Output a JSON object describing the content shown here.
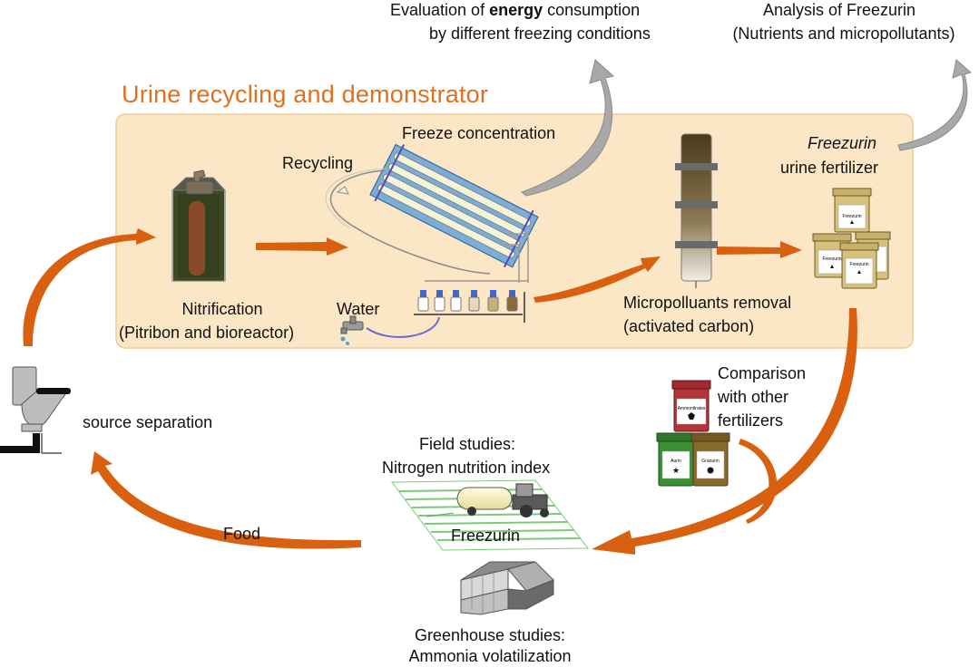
{
  "title": "Urine recycling and demonstrator",
  "labels": {
    "energy_line1_pre": "Evaluation of ",
    "energy_line1_bold": "energy",
    "energy_line1_post": " consumption",
    "energy_line2": "by different freezing conditions",
    "analysis_line1": "Analysis of Freezurin",
    "analysis_line2": "(Nutrients and micropollutants)",
    "freeze_concentration": "Freeze concentration",
    "recycling": "Recycling",
    "freezurin_italic": "Freezurin",
    "urine_fertilizer": "urine fertilizer",
    "nitrification_line1": "Nitrification",
    "nitrification_line2": "(Pitribon and bioreactor)",
    "water": "Water",
    "micro_line1": "Micropolluants removal",
    "micro_line2": "(activated carbon)",
    "comparison_line1": "Comparison",
    "comparison_line2": "with other",
    "comparison_line3": "fertilizers",
    "source_separation": "source separation",
    "field_line1": "Field studies:",
    "field_line2": "Nitrogen nutrition index",
    "freezurin_field": "Freezurin",
    "food": "Food",
    "greenhouse_line1": "Greenhouse studies:",
    "greenhouse_line2": "Ammonia volatilization"
  },
  "jar_labels": {
    "freezurin": "Freezurin",
    "ammonitrates": "Ammonitrates",
    "aurin": "Aurin",
    "granurin": "Granurin"
  },
  "colors": {
    "orange": "#d9600f",
    "panel": "#fbe7c6",
    "panel_border": "#eecb95",
    "gray_arrow": "#a8a8a8",
    "title": "#e0701e",
    "freezurin_jar": "#d8c17a",
    "ammonitrates_jar": "#b3353a",
    "aurin_jar": "#3a8f35",
    "granurin_jar": "#8a6a2a"
  }
}
